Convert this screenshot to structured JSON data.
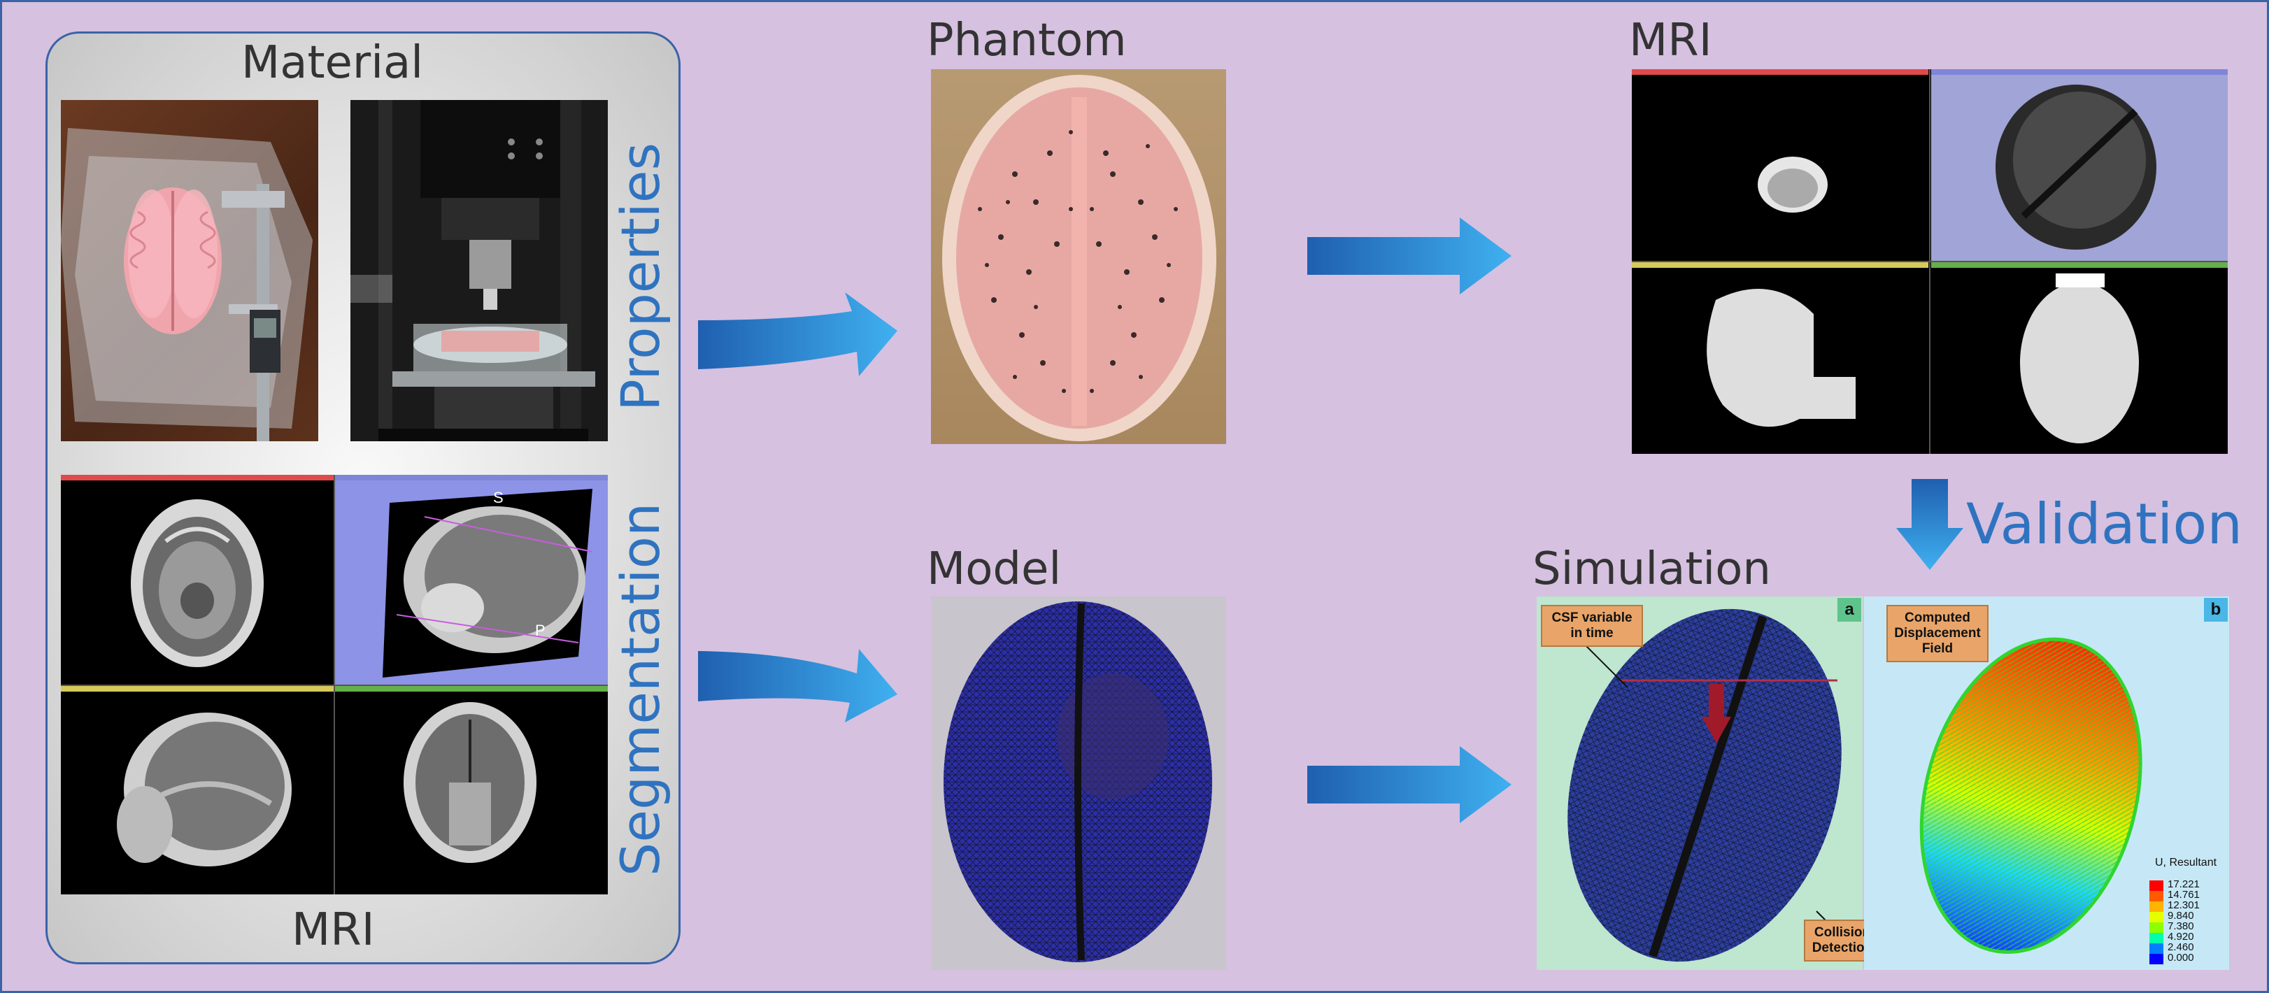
{
  "titles": {
    "material": "Material",
    "mri_left": "MRI",
    "phantom": "Phantom",
    "mri_right": "MRI",
    "model": "Model",
    "simulation": "Simulation"
  },
  "side_labels": {
    "properties": "Properties",
    "segmentation": "Segmentation",
    "validation": "Validation"
  },
  "simulation": {
    "panel_a_tag": "a",
    "panel_b_tag": "b",
    "csf_note": "CSF variable in time",
    "collision_note": "Collision Detection",
    "displacement_note": "Computed Displacement Field",
    "legend_title": "U, Resultant",
    "legend_values": [
      "17.221",
      "14.761",
      "12.301",
      "9.840",
      "7.380",
      "4.920",
      "2.460",
      "0.000"
    ],
    "legend_colors": [
      "#ff0000",
      "#ff5a00",
      "#ffb400",
      "#e6ff00",
      "#8cff00",
      "#00ffaa",
      "#0080ff",
      "#0000ff"
    ]
  },
  "mri_viewer_letters": {
    "superior": "S",
    "posterior": "P"
  },
  "colors": {
    "background": "#d6c1e0",
    "accent_blue": "#2f73c0",
    "note_orange": "#e9a569"
  }
}
